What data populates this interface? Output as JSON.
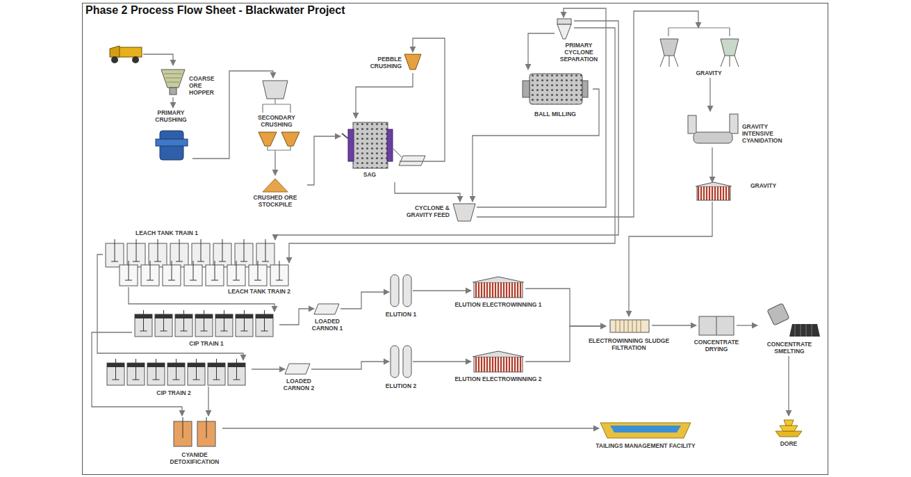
{
  "diagram": {
    "title": "Phase 2 Process Flow Sheet - Blackwater Project",
    "nodes": [
      {
        "text": [
          "COARSE ORE HOPPER"
        ]
      },
      {
        "text": [
          "PRIMARY CRUSHING"
        ]
      },
      {
        "text": [
          "SECONDARY CRUSHING"
        ]
      },
      {
        "text": [
          "CRUSHED ORE STOCKPILE"
        ]
      },
      {
        "text": [
          "PEBBLE CRUSHING"
        ]
      },
      {
        "text": [
          "SAG"
        ]
      },
      {
        "text": [
          "CYCLONE & GRAVITY FEED"
        ]
      },
      {
        "text": [
          "PRIMARY CYCLONE SEPARATION"
        ]
      },
      {
        "text": [
          "BALL MILLING"
        ]
      },
      {
        "text": [
          "GRAVITY"
        ]
      },
      {
        "text": [
          "GRAVITY INTENSIVE CYANIDATION"
        ]
      },
      {
        "text": [
          "GRAVITY"
        ]
      },
      {
        "text": [
          "LEACH TANK TRAIN 1"
        ]
      },
      {
        "text": [
          "LEACH TANK TRAIN 2"
        ]
      },
      {
        "text": [
          "CIP TRAIN 1"
        ]
      },
      {
        "text": [
          "LOADED CARNON 1"
        ]
      },
      {
        "text": [
          "ELUTION 1"
        ]
      },
      {
        "text": [
          "ELUTION ELECTROWINNING 1"
        ]
      },
      {
        "text": [
          "CIP TRAIN 2"
        ]
      },
      {
        "text": [
          "LOADED CARNON 2"
        ]
      },
      {
        "text": [
          "ELUTION 2"
        ]
      },
      {
        "text": [
          "ELUTION ELECTROWINNING 2"
        ]
      },
      {
        "text": [
          "ELECTROWINNING SLUDGE FILTRATION"
        ]
      },
      {
        "text": [
          "CONCENTRATE DRYING"
        ]
      },
      {
        "text": [
          "CONCENTRATE SMELTING"
        ]
      },
      {
        "text": [
          "DORE"
        ]
      },
      {
        "text": [
          "CYANIDE DETOXIFICATION"
        ]
      },
      {
        "text": [
          "TAILINGS MANAGEMENT FACILITY"
        ]
      }
    ],
    "edges": [
      {
        "from": 0,
        "to": 1,
        "arrow": "to"
      },
      {
        "from": 1,
        "to": 2,
        "arrow": "to"
      },
      {
        "from": 2,
        "to": 3,
        "arrow": "to"
      },
      {
        "from": 3,
        "to": 5,
        "arrow": "to"
      },
      {
        "from": 5,
        "to": 4,
        "arrow": "to"
      },
      {
        "from": 4,
        "to": 5,
        "arrow": "to"
      },
      {
        "from": 5,
        "to": 6,
        "arrow": "to"
      },
      {
        "from": 6,
        "to": 7,
        "arrow": "to"
      },
      {
        "from": 7,
        "to": 8,
        "arrow": "to"
      },
      {
        "from": 8,
        "to": 6,
        "arrow": "to"
      },
      {
        "from": 6,
        "to": 9,
        "arrow": "to"
      },
      {
        "from": 9,
        "to": 10,
        "arrow": "to"
      },
      {
        "from": 10,
        "to": 11,
        "arrow": "to"
      },
      {
        "from": 11,
        "to": 22,
        "arrow": "to"
      },
      {
        "from": 7,
        "to": 12,
        "arrow": "to"
      },
      {
        "from": 7,
        "to": 13,
        "arrow": "to"
      },
      {
        "from": 13,
        "to": 14,
        "arrow": "to"
      },
      {
        "from": 12,
        "to": 18,
        "arrow": "to"
      },
      {
        "from": 14,
        "to": 15,
        "arrow": "to"
      },
      {
        "from": 15,
        "to": 16,
        "arrow": "to"
      },
      {
        "from": 16,
        "to": 17,
        "arrow": "to"
      },
      {
        "from": 17,
        "to": 22,
        "arrow": "to"
      },
      {
        "from": 18,
        "to": 19,
        "arrow": "to"
      },
      {
        "from": 19,
        "to": 20,
        "arrow": "to"
      },
      {
        "from": 20,
        "to": 21,
        "arrow": "to"
      },
      {
        "from": 21,
        "to": 22,
        "arrow": "to"
      },
      {
        "from": 14,
        "to": 26,
        "arrow": "to"
      },
      {
        "from": 18,
        "to": 26,
        "arrow": "to"
      },
      {
        "from": 26,
        "to": 27,
        "arrow": "to"
      },
      {
        "from": 22,
        "to": 23,
        "arrow": "to"
      },
      {
        "from": 23,
        "to": 24,
        "arrow": "to"
      },
      {
        "from": 24,
        "to": 25,
        "arrow": "to"
      }
    ]
  }
}
